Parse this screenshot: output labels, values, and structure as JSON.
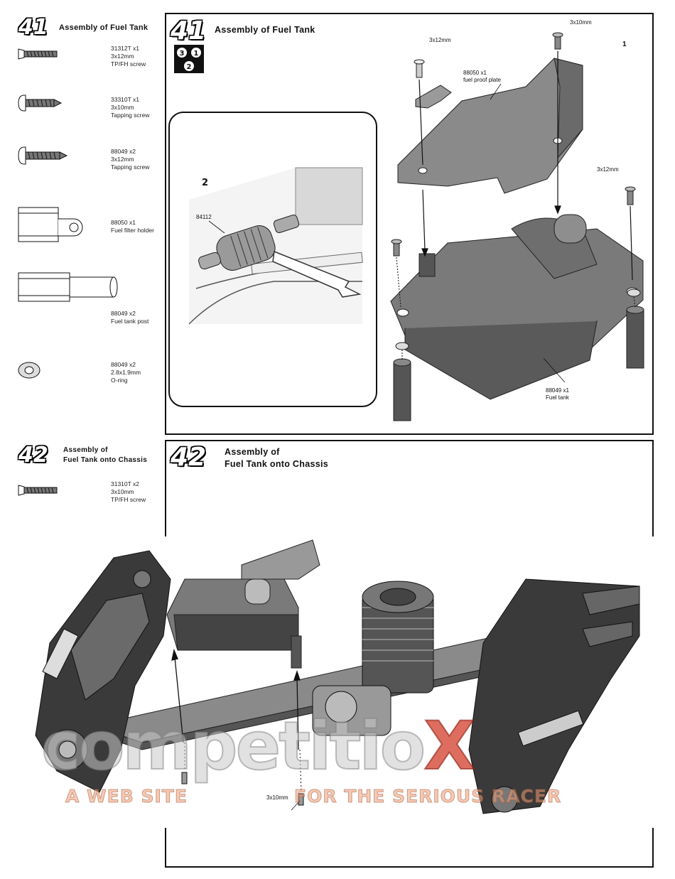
{
  "step41": {
    "number": "41",
    "title": "Assembly of Fuel Tank",
    "order_glyphs": [
      "3",
      "1",
      "2"
    ],
    "parts": [
      {
        "icon": "tp-fh-screw-icon",
        "text": "31312T  x1\n3x12mm\nTP/FH screw"
      },
      {
        "icon": "tapping-screw-icon",
        "text": "33310T  x1\n3x10mm\nTapping screw"
      },
      {
        "icon": "tapping-screw-long-icon",
        "text": "88049  x2\n3x12mm\nTapping screw"
      },
      {
        "icon": "fuel-filter-holder-icon",
        "text": "88050  x1\nFuel filter holder"
      },
      {
        "icon": "fuel-tank-post-icon",
        "text": "88049  x2\nFuel tank post"
      },
      {
        "icon": "o-ring-icon",
        "text": "88049  x2\n2.8x1.9mm\nO-ring"
      }
    ],
    "inset_number": "2",
    "inset_part": "84112",
    "main_number": "1",
    "callouts": {
      "screw_top": "3x10mm",
      "screw_left": "3x12mm",
      "screw_right": "3x12mm",
      "plate": "88050  x1\nfuel proof plate",
      "tank": "88049  x1\nFuel tank"
    }
  },
  "step42": {
    "number": "42",
    "title_line1": "Assembly of",
    "title_line2": "Fuel Tank onto Chassis",
    "parts": [
      {
        "icon": "tp-fh-screw-icon",
        "text": "31310T  x2\n3x10mm\nTP/FH  screw"
      }
    ],
    "callouts": {
      "screw": "3x10mm"
    }
  },
  "watermark": {
    "line1_main": "competitio",
    "line1_accent": "X",
    "line2_left": "A WEB SITE",
    "line2_right": "FOR THE SERIOUS RACER",
    "accent_color": "#d23c28"
  }
}
